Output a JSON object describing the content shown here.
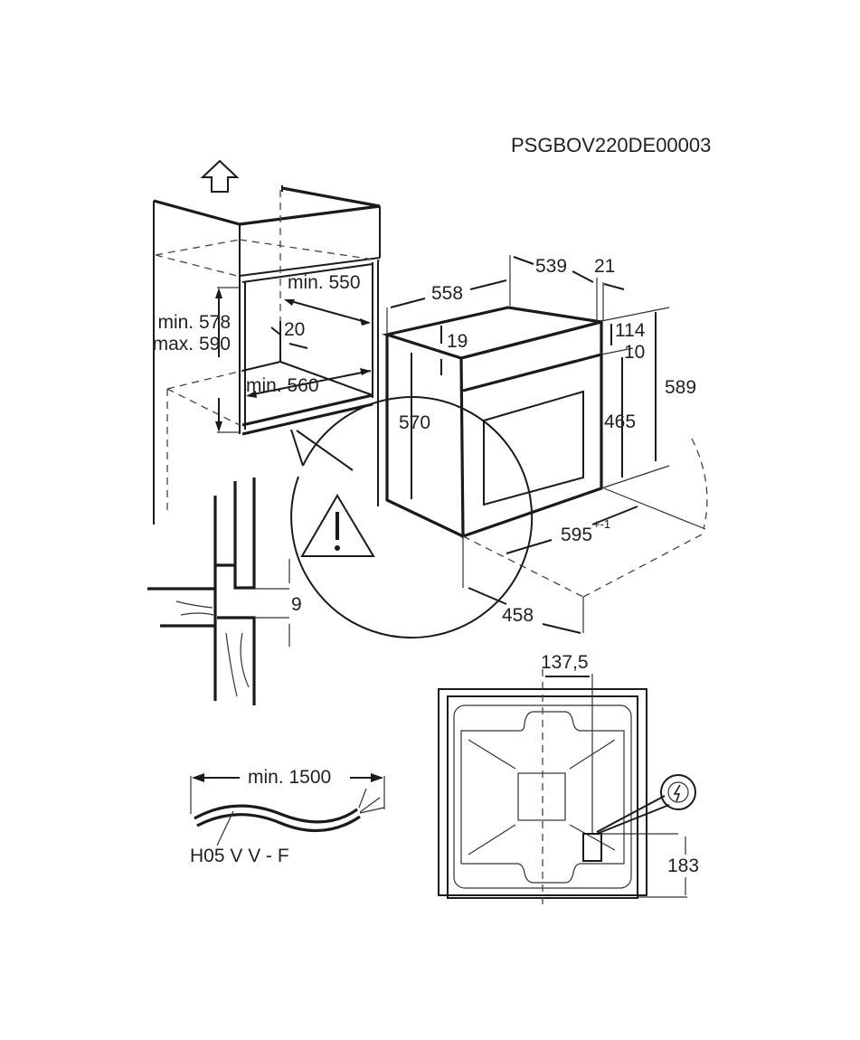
{
  "document_code": "PSGBOV220DE00003",
  "cabinet": {
    "height_min": "min. 578",
    "height_max": "max. 590",
    "depth_min": "min. 550",
    "rear_gap": "20",
    "width_min": "min. 560"
  },
  "oven": {
    "depth_total": "558",
    "depth_body": "539",
    "front_panel": "21",
    "top_offset": "19",
    "panel_height": "114",
    "gap": "10",
    "height_total": "589",
    "body_height": "570",
    "door_height": "465",
    "width": "595",
    "width_tolerance": "+-1",
    "door_open_depth": "458"
  },
  "detail": {
    "gap": "9",
    "warning_icon": "warning-triangle-icon"
  },
  "rear_view": {
    "horizontal_offset": "137,5",
    "vertical_offset": "183",
    "connection_icon": "electric-bolt-icon"
  },
  "cable": {
    "length": "min. 1500",
    "type": "H05 V V - F"
  }
}
